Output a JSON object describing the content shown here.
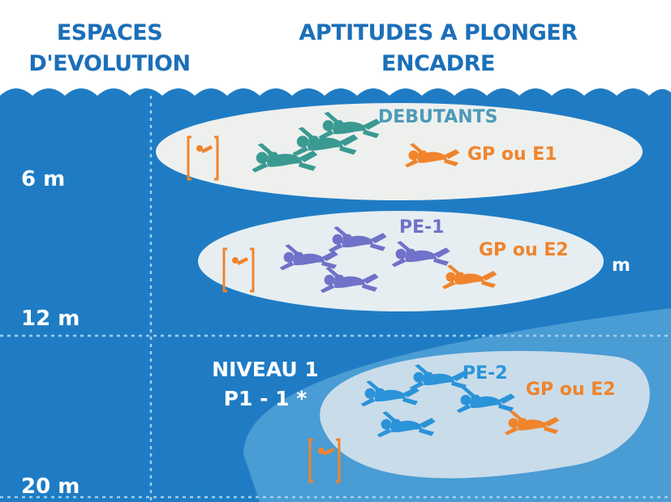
{
  "header": {
    "left": [
      "ESPACES",
      "D'EVOLUTION"
    ],
    "right": [
      "APTITUDES A PLONGER",
      "ENCADRE"
    ]
  },
  "depths": [
    "6 m",
    "12 m",
    "20 m"
  ],
  "bands": [
    {
      "label": "DEBUTANTS",
      "guide": "GP ou E1",
      "guide_icon": "GP"
    },
    {
      "label": "PE-1",
      "guide": "GP ou E2",
      "side_mark": "m",
      "guide_icon": "GP"
    },
    {
      "label": "PE-2",
      "guide": "GP ou E2",
      "guide_icon": "GP"
    }
  ],
  "level": {
    "line1": "NIVEAU 1",
    "line2": "P1 - 1 *"
  },
  "colors": {
    "water": "#1f7cc4",
    "water_light": "#8cc3e4",
    "bubble": "#eef0ee",
    "bubble_blue": "#c9dcea",
    "diver_green": "#3a9a92",
    "diver_purple": "#6f72c8",
    "diver_blue": "#2b93d8",
    "diver_orange": "#f0842c",
    "header_text": "#1c6fb8",
    "label_teal": "#4d9ab8"
  },
  "icons": [
    "diver-icon",
    "gp-guide-icon",
    "wave-border"
  ]
}
